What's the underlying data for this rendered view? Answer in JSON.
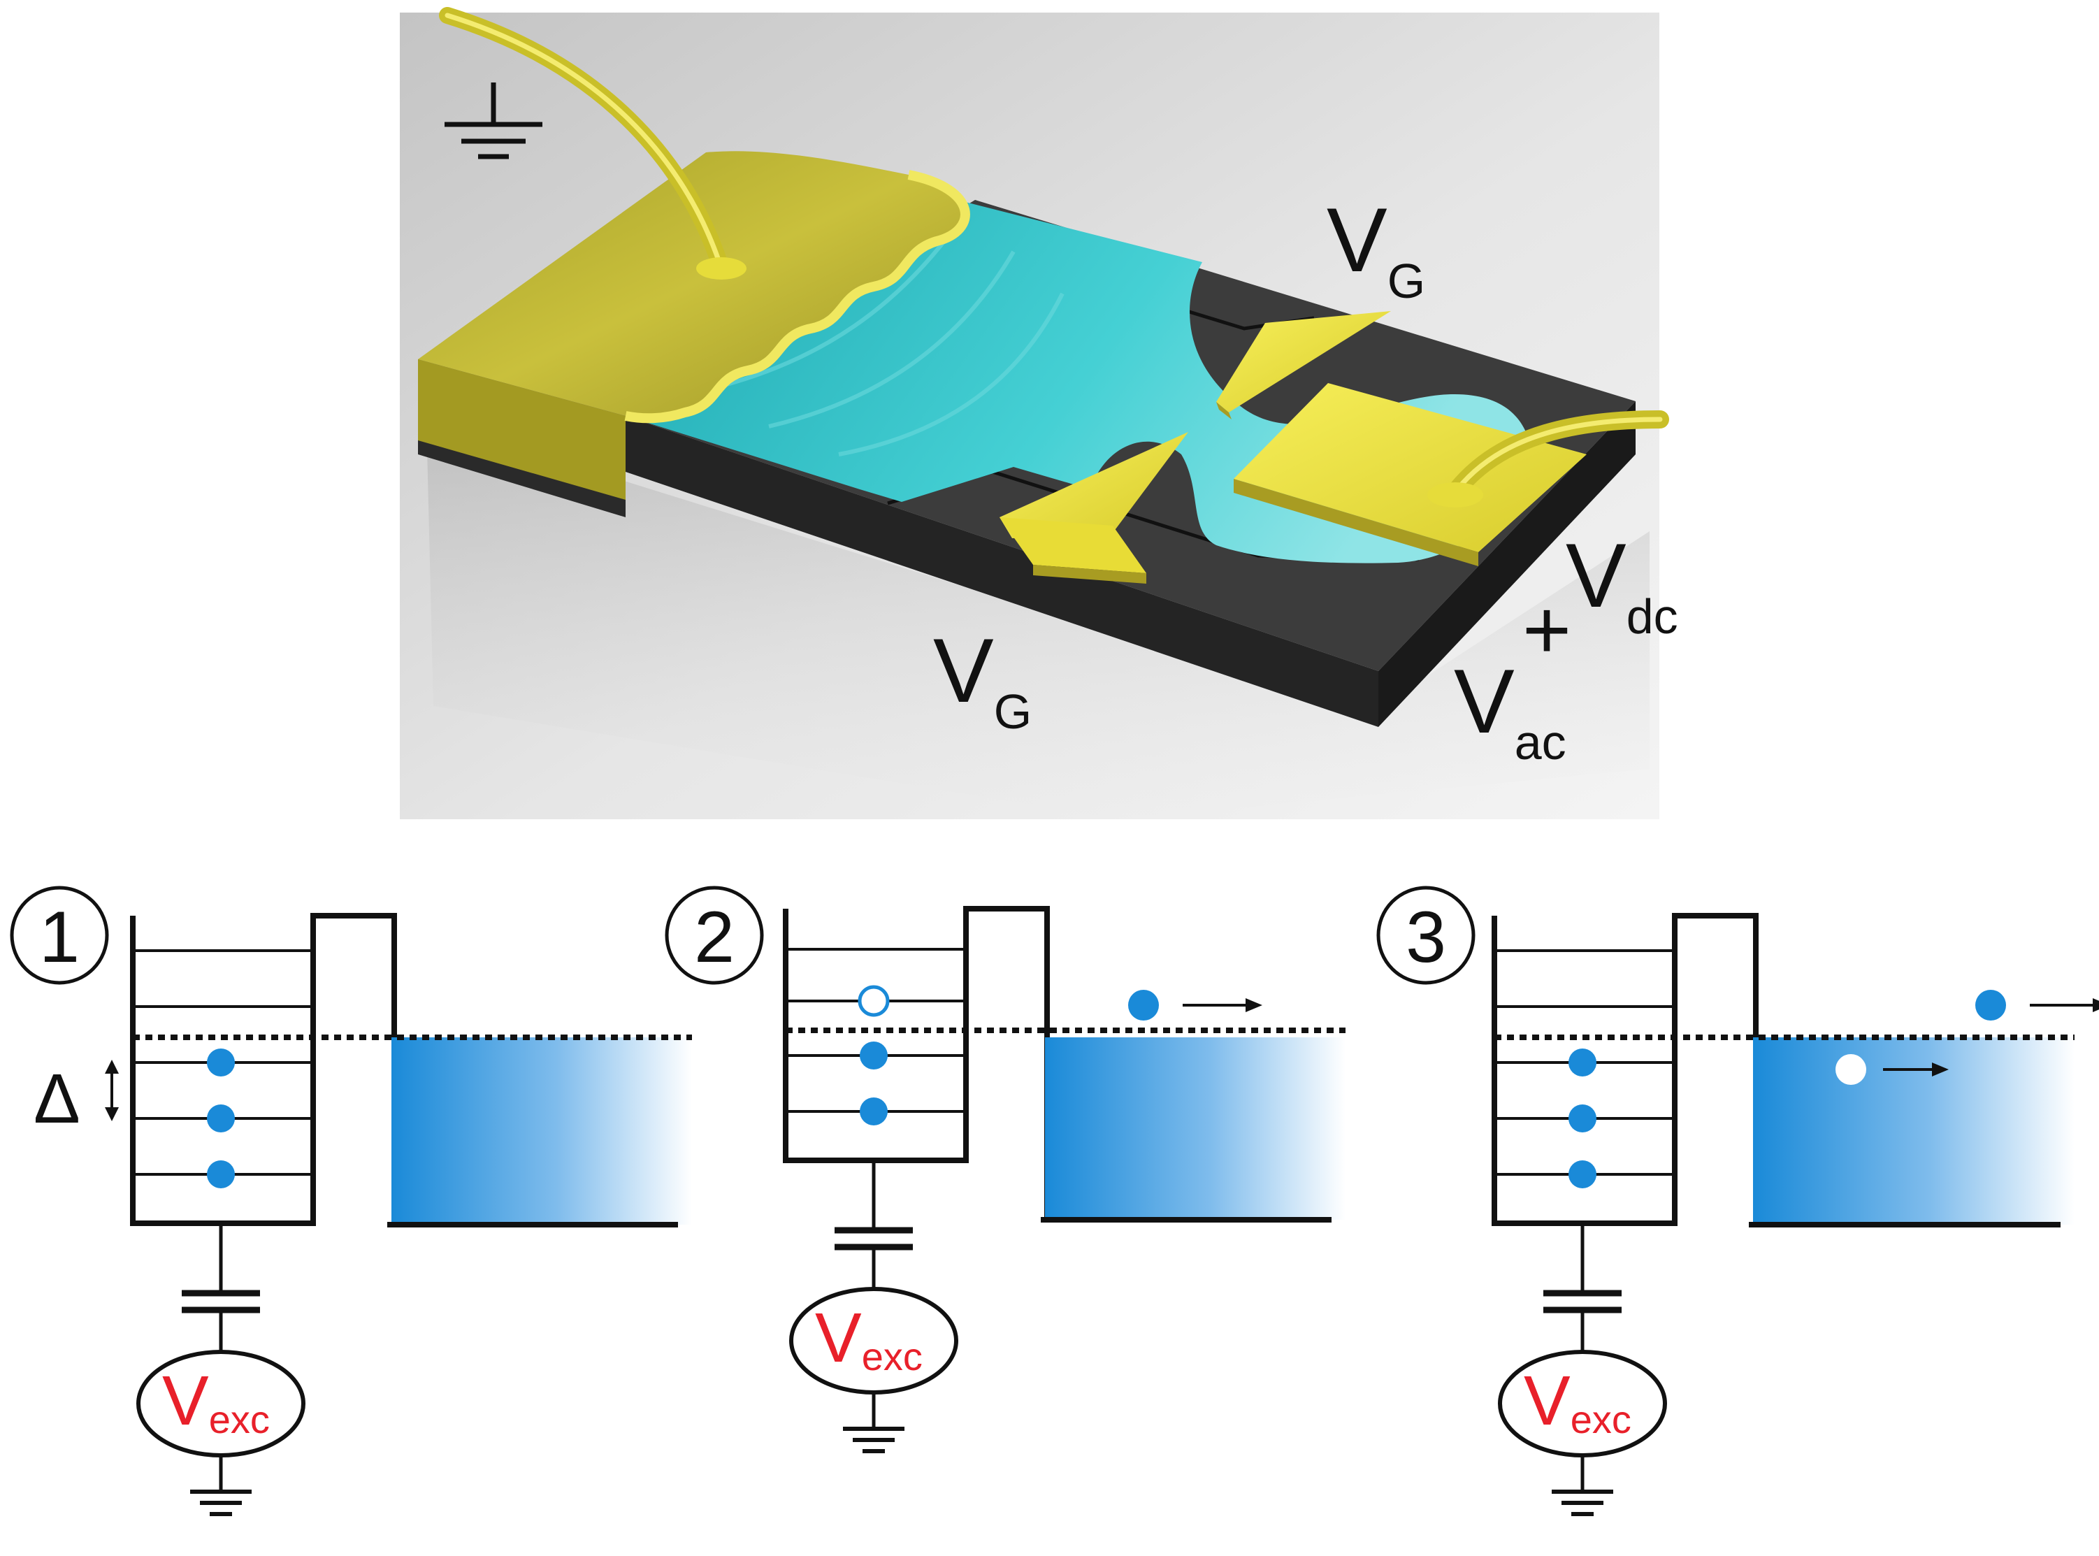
{
  "device": {
    "label_gate_top": {
      "main": "V",
      "sub": "G"
    },
    "label_gate_bottom": {
      "main": "V",
      "sub": "G"
    },
    "label_dc": {
      "main": "V",
      "sub": "dc"
    },
    "label_plus": "+",
    "label_ac": {
      "main": "V",
      "sub": "ac"
    },
    "colors": {
      "gold": "#c8c23a",
      "gold_light": "#f0ea48",
      "cyan": "#2fbec4",
      "dark": "#2b2b2b",
      "bg": "#d2d2d2"
    }
  },
  "panels": [
    {
      "step": "1",
      "delta": "Δ",
      "source": {
        "main": "V",
        "sub": "exc"
      }
    },
    {
      "step": "2",
      "source": {
        "main": "V",
        "sub": "exc"
      }
    },
    {
      "step": "3",
      "source": {
        "main": "V",
        "sub": "exc"
      }
    }
  ],
  "colors": {
    "electron": "#1a8ad8",
    "reservoir": "#1a8ad8",
    "source_text": "#e8202a",
    "line": "#111111"
  }
}
